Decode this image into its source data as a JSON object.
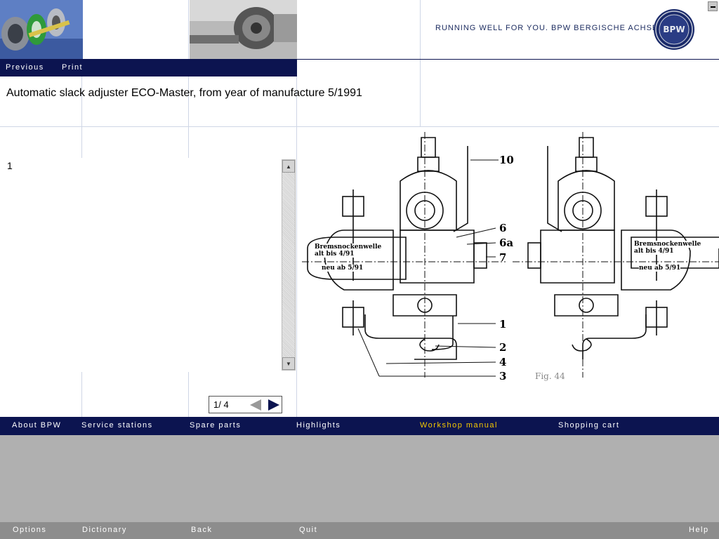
{
  "header": {
    "slogan": "RUNNING WELL FOR YOU. BPW BERGISCHE ACHSEN",
    "logo_text": "BPW"
  },
  "topnav": {
    "previous": "Previous",
    "print": "Print"
  },
  "page": {
    "title": "Automatic slack adjuster ECO-Master, from year of manufacture 5/1991",
    "step_number": "1"
  },
  "pager": {
    "text": "1/ 4"
  },
  "figure": {
    "callouts": [
      "10",
      "6",
      "6a",
      "7",
      "1",
      "2",
      "4",
      "3"
    ],
    "left_label_1": "Bremsnockenwelle",
    "left_label_2": "alt bis 4/91",
    "left_label_3": "neu ab 5/91",
    "right_label_1": "Bremsnockenwelle",
    "right_label_2": "alt bis 4/91",
    "right_label_3": "neu ab 5/91",
    "caption": "Fig. 44"
  },
  "mainnav": {
    "items": [
      "About BPW",
      "Service stations",
      "Spare parts",
      "Highlights",
      "Workshop manual",
      "Shopping cart"
    ],
    "active": "Workshop manual",
    "active_color": "#f5c800"
  },
  "footer": {
    "items": [
      "Options",
      "Dictionary",
      "Back",
      "Quit",
      "Help"
    ]
  },
  "colors": {
    "navy": "#0c1450",
    "grey": "#b0b0b0",
    "footer_grey": "#8d8d8d"
  }
}
